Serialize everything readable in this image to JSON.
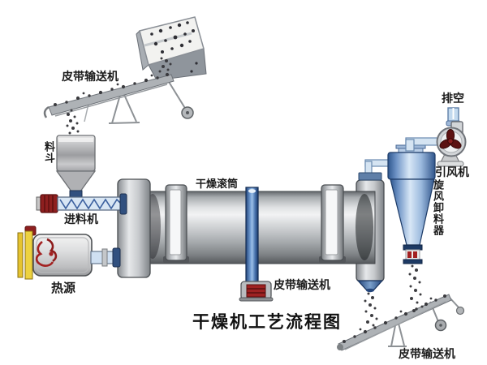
{
  "title": "干燥机工艺流程图",
  "components": {
    "belt_conveyor_top": {
      "label": "皮带输送机"
    },
    "hopper": {
      "label": "料斗"
    },
    "feeder": {
      "label": "进料机"
    },
    "heat_source": {
      "label": "热源"
    },
    "drying_drum": {
      "label": "干燥滚筒"
    },
    "belt_conveyor_center": {
      "label": "皮带输送机"
    },
    "exhaust": {
      "label": "排空"
    },
    "induced_draft_fan": {
      "label": "引风机"
    },
    "cyclone_discharger": {
      "label": "旋风卸料器"
    },
    "belt_conveyor_bottom": {
      "label": "皮带输送机"
    }
  },
  "colors": {
    "deep_blue": "#24467c",
    "pipe_blue": "#5f7fa8",
    "light_blue": "#cfe0f2",
    "machine_red": "#9e2222",
    "furnace_yellow": "#e8c832",
    "metal_light": "#e8eaec",
    "metal_dark": "#63676b",
    "text": "#1b1b1b"
  }
}
